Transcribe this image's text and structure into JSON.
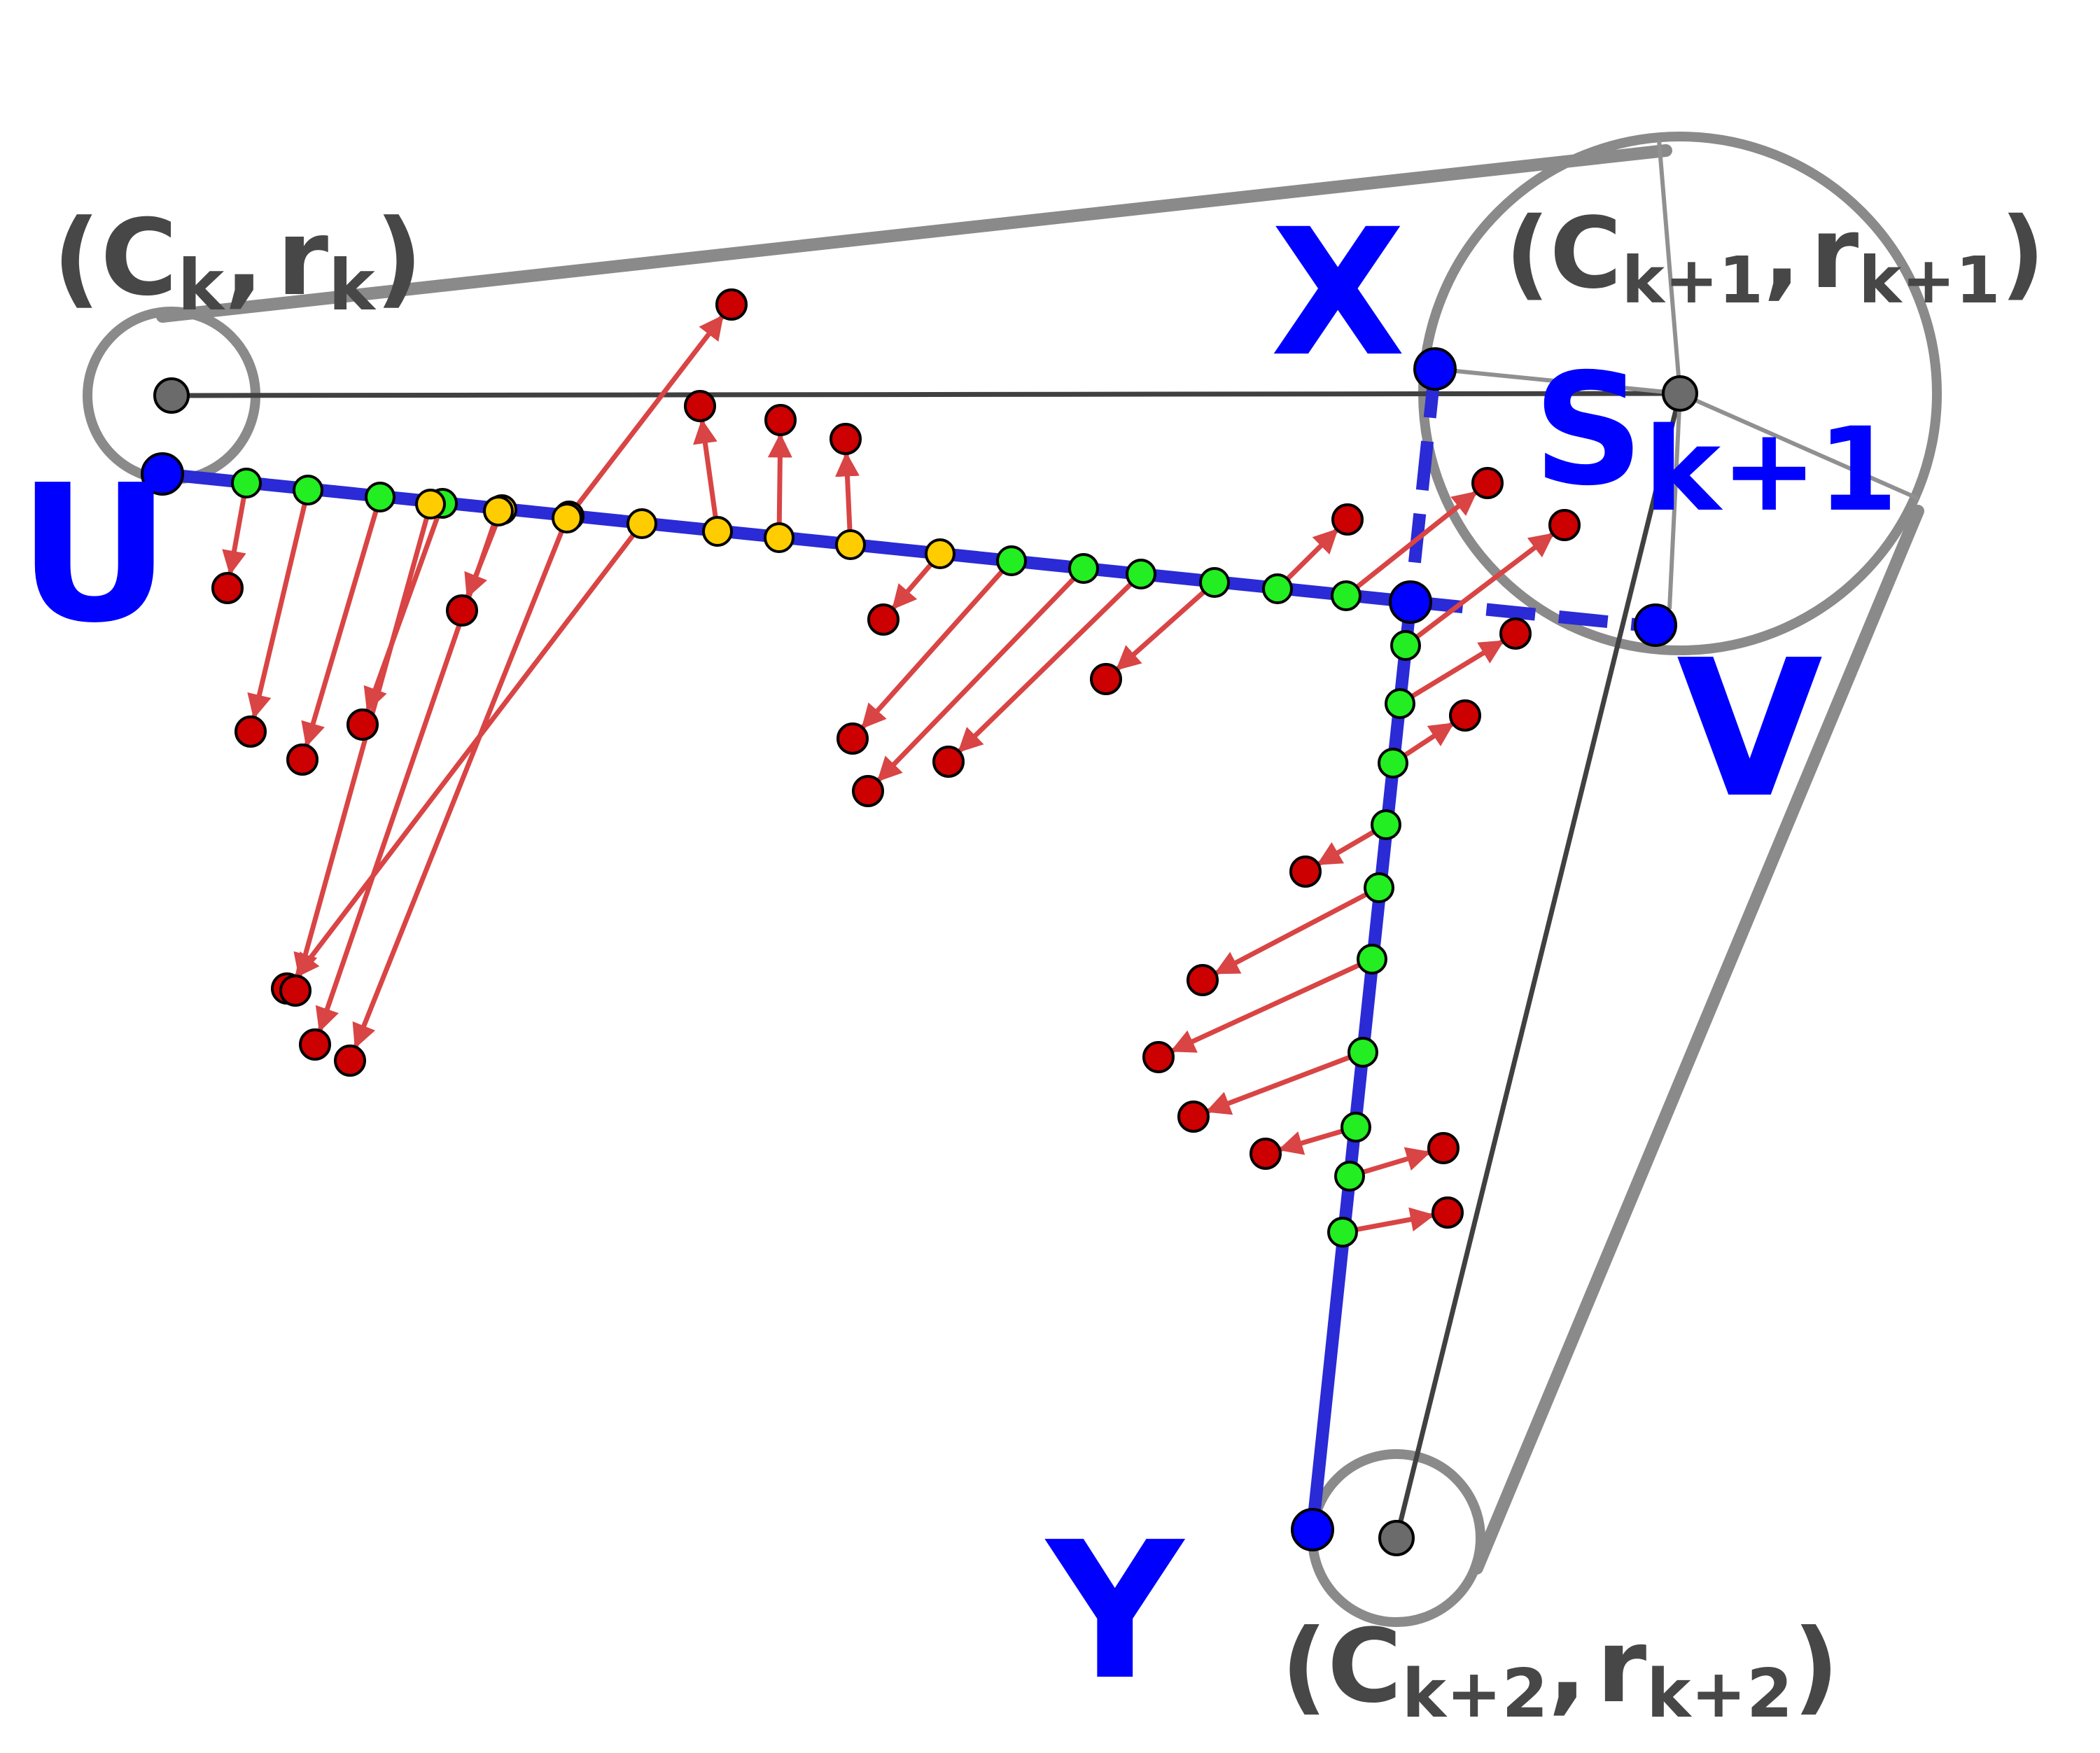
{
  "colors": {
    "hull": "#8a8a8a",
    "thin": "#404040",
    "segment": "#2a2ad6",
    "vertex": "#0000ff",
    "center": "#6b6b6b",
    "green_sample": "#22ee22",
    "yellow_sample": "#ffcc00",
    "red_point": "#cc0000",
    "arrow": "#d94444",
    "label_blue": "#0000ff",
    "label_gray": "#474747"
  },
  "icons": {
    "arrowhead": "triangle-arrowhead-icon",
    "point": "circle-dot-icon"
  },
  "labels": {
    "u": "U",
    "v": "V",
    "x": "X",
    "y": "Y",
    "s_main": "S",
    "s_sub": "k+1",
    "ck": {
      "open": "(",
      "c": "C",
      "c_sub": "k",
      "comma": ",",
      "r": "r",
      "r_sub": "k",
      "close": ")"
    },
    "ck1": {
      "open": "(",
      "c": "C",
      "c_sub": "k+1",
      "comma": ",",
      "r": "r",
      "r_sub": "k+1",
      "close": ")"
    },
    "ck2": {
      "open": "(",
      "c": "C",
      "c_sub": "k+2",
      "comma": ",",
      "r": "r",
      "r_sub": "k+2",
      "close": ")"
    }
  }
}
